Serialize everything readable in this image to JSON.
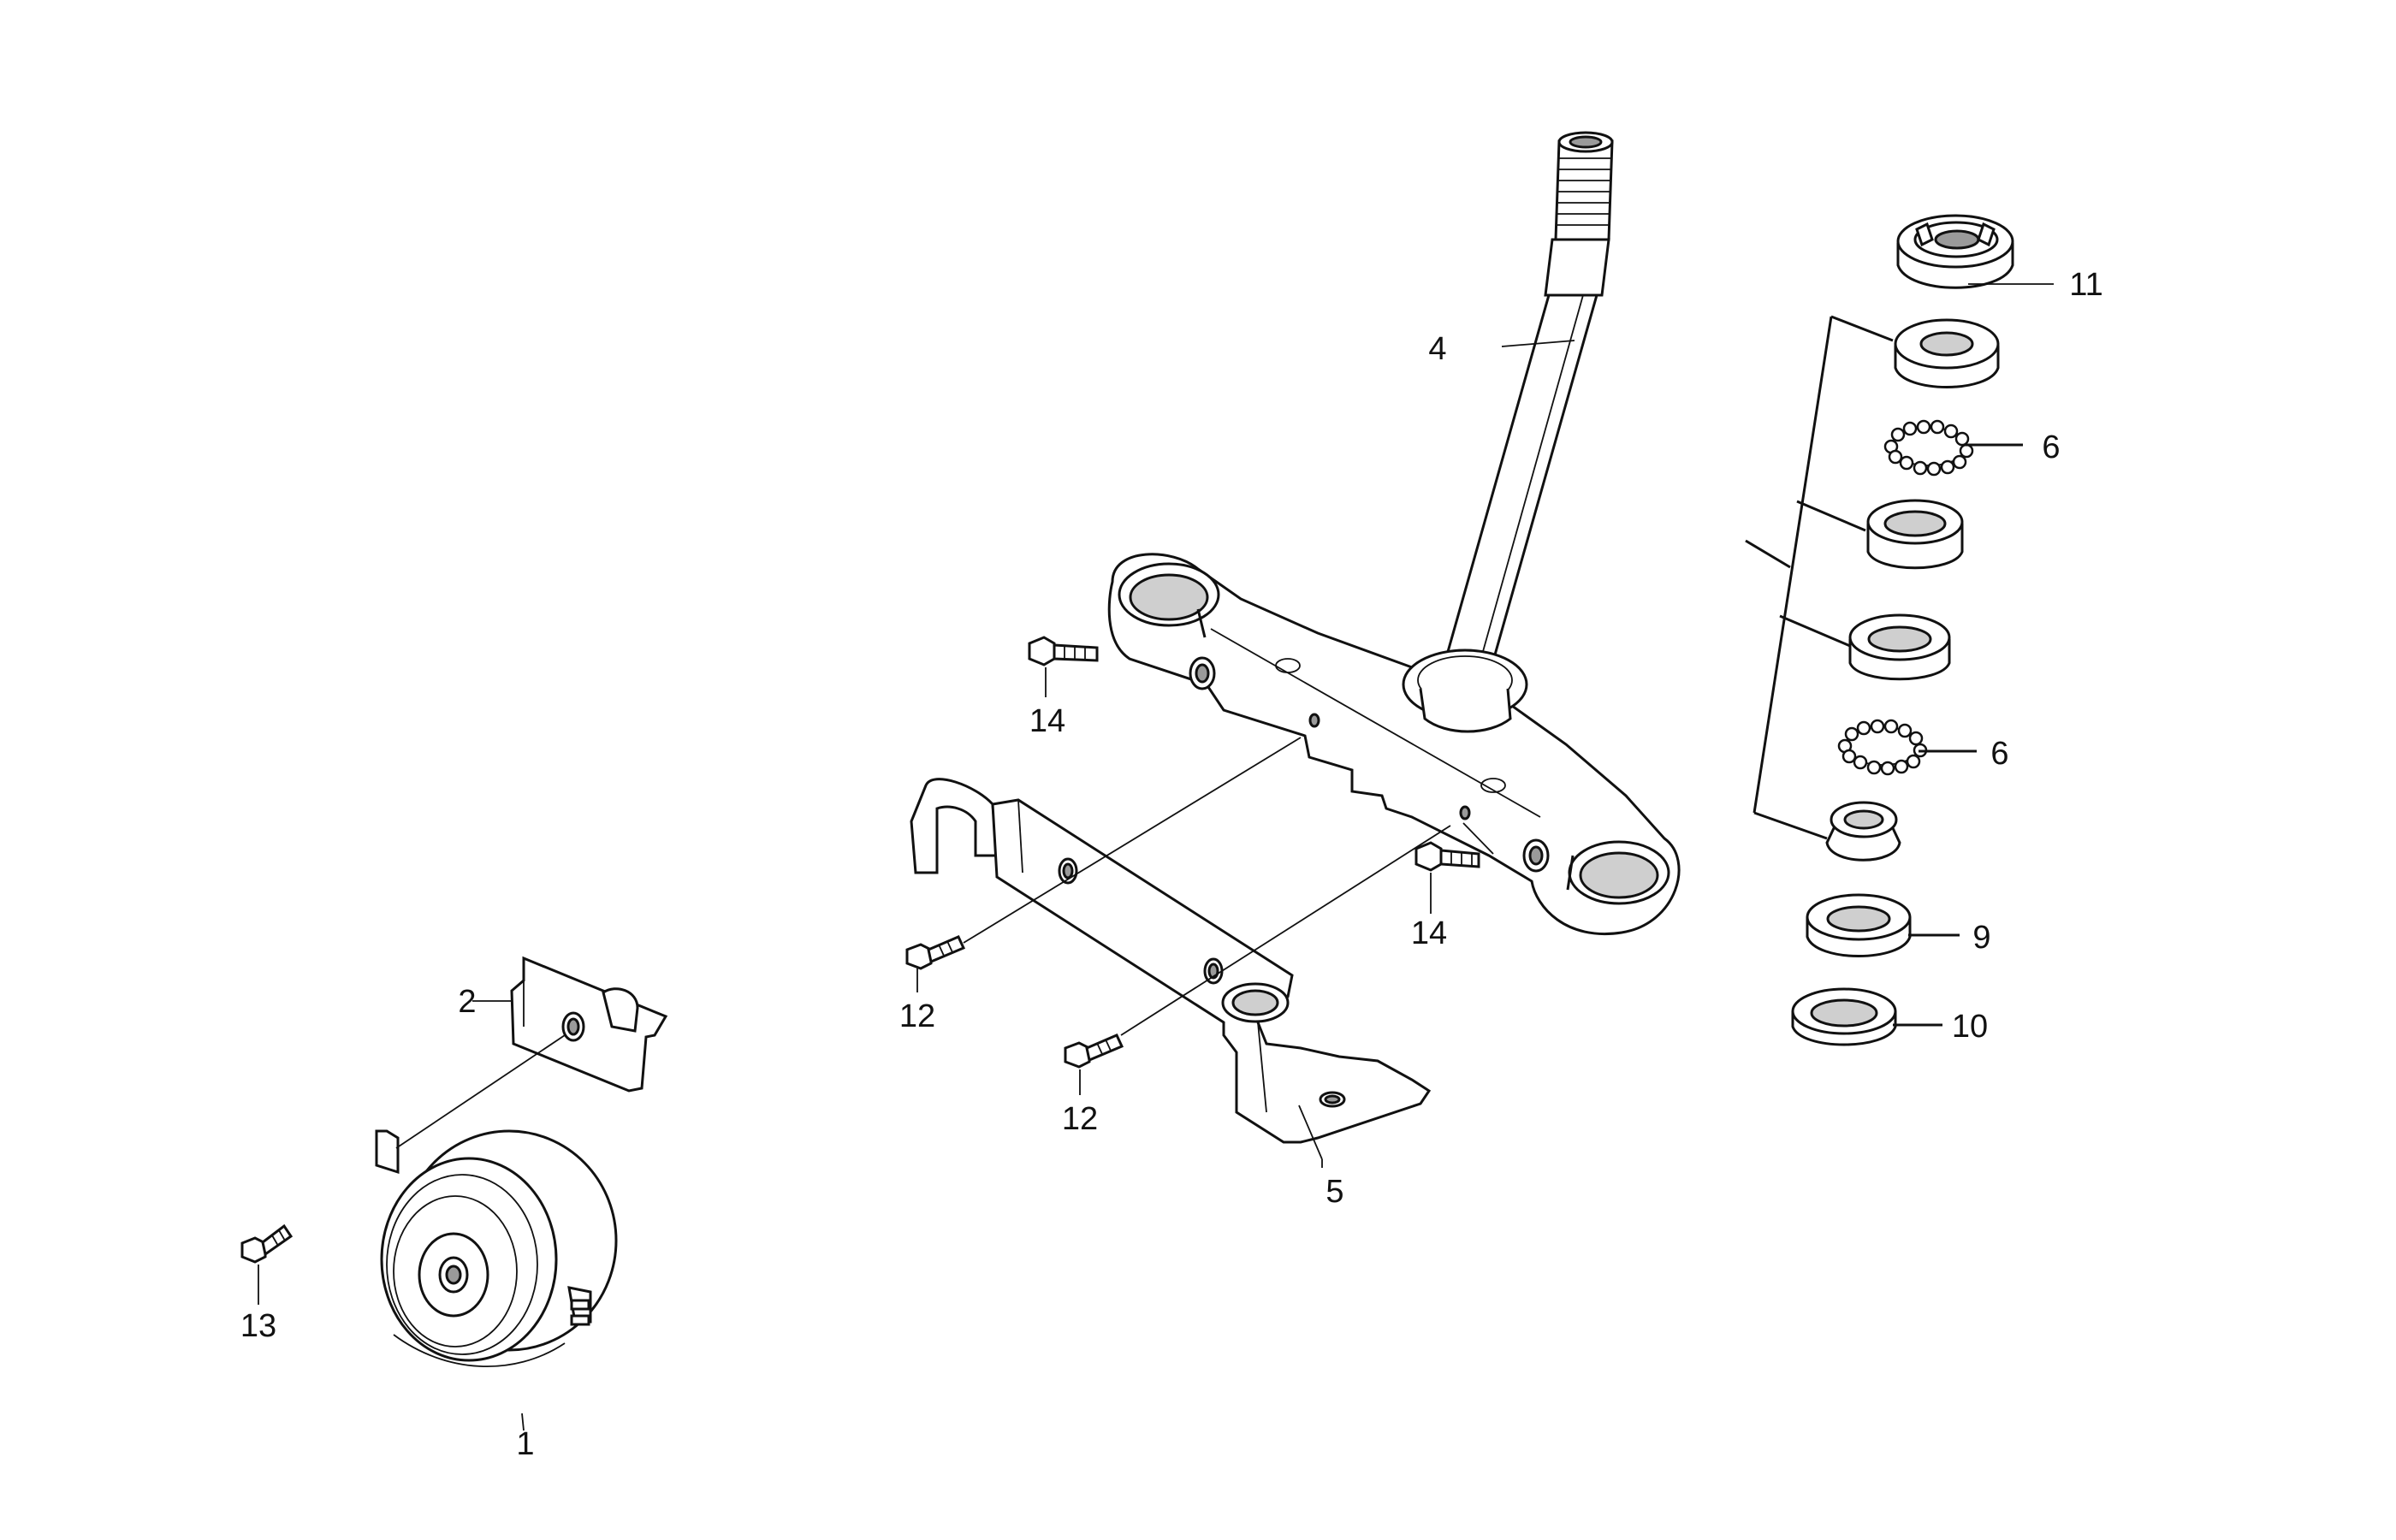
{
  "callouts": {
    "c1": "1",
    "c2": "2",
    "c4": "4",
    "c5": "5",
    "c6a": "6",
    "c6b": "6",
    "c9": "9",
    "c10": "10",
    "c11": "11",
    "c12a": "12",
    "c12b": "12",
    "c13": "13",
    "c14a": "14",
    "c14b": "14"
  }
}
